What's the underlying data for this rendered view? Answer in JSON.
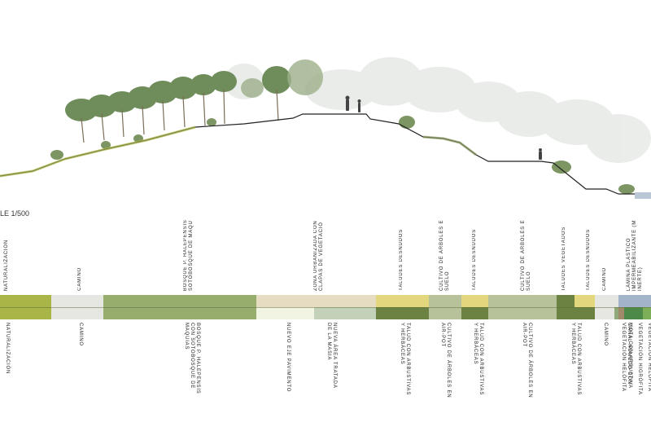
{
  "scale": "LE 1/500",
  "bands_top": [
    {
      "label": "NATURALIZACIÓN",
      "color": "#a9b547"
    },
    {
      "label": "CAMINO",
      "color": "#e6e6e3"
    },
    {
      "label": "BOSQUE P. HALEPENSIS\nSOTOBOSQUE DE MAQU",
      "color": "#96ad6e"
    },
    {
      "label": "ZONA URBANIZADA CON\nCLAPAS DE VEGETACIÓ",
      "color": "#e6dcc1"
    },
    {
      "label": "TALUDES DESNUDOS",
      "color": "#e2d77d"
    },
    {
      "label": "CULTIVO DE ÁRBOLES E\nSUELO",
      "color": "#b7c29a"
    },
    {
      "label": "TALUDES DESNUDOS",
      "color": "#e2d77d"
    },
    {
      "label": "CULTIVO DE ÁRBOLES E\nSUELO",
      "color": "#b7c29a"
    },
    {
      "label": "TALUDES VEGETADOS",
      "color": "#6b8242"
    },
    {
      "label": "TALUDES DESNUDOS",
      "color": "#e2d77d"
    },
    {
      "label": "CAMINO",
      "color": "#e6e6e3"
    },
    {
      "label": "LÁMINA PLÁSTICO\nIMPERMEABILIZANTE (M\nINERTE)",
      "color": "#a3b3c9"
    }
  ],
  "bands_bottom": [
    {
      "label": "NATURALIZACIÓN",
      "color": "#a9b547"
    },
    {
      "label": "CAMINO",
      "color": "#e6e6e3"
    },
    {
      "label": "BOSQUE P. HALEPENSIS\nCON SOTOBOSQUE DE\nMAQUIAS",
      "color": "#96ad6e"
    },
    {
      "label": "NUEVO EJE PAVIMENTO",
      "color": "#f1f4e3"
    },
    {
      "label": "NUEVA ÁREA TRATADA\nDE LA MASIA",
      "color": "#c4d1b9"
    },
    {
      "label": "TALUD CON ARBUSTIVAS\nY HERBÁCEAS",
      "color": "#6b8242"
    },
    {
      "label": "CULTIVO DE ÁRBOLES EN\nAIR-POT",
      "color": "#b7c29a"
    },
    {
      "label": "TALUD CON ARBUSTIVAS\nY HERBÁCEAS",
      "color": "#6b8242"
    },
    {
      "label": "CULTIVO DE ÁRBOLES EN\nAIR-POT",
      "color": "#b7c29a"
    },
    {
      "label": "TALUD CON ARBUSTIVAS\nY HERBÁCEAS",
      "color": "#6b8242"
    },
    {
      "label": "CAMINO",
      "color": "#e6e6e3"
    },
    {
      "label": "CANAL HÚMEDO CON\nVEGETACIÓN HELÓFITA",
      "color": "#8fa97b"
    },
    {
      "label": "MOTA CON ARBUSTIVA",
      "color": "#a08a6a"
    },
    {
      "label": "VEGETACIÓN HIGRÓFITA",
      "color": "#4d8a48"
    },
    {
      "label": "VEGETACIÓN HELÓFITA",
      "color": "#7dae58"
    }
  ]
}
